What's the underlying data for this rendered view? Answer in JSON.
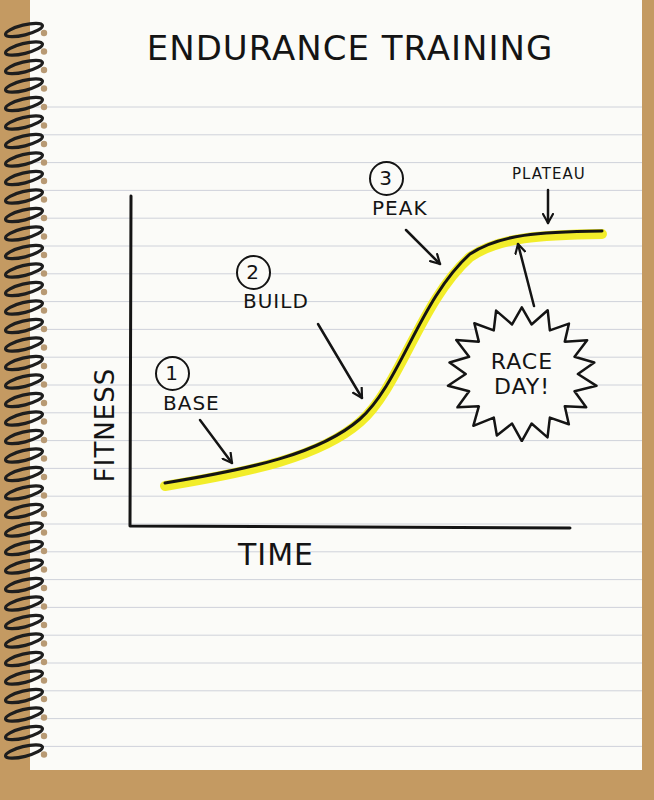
{
  "diagram": {
    "title": "ENDURANCE TRAINING",
    "nodes": [
      {
        "text": [
          "1"
        ]
      },
      {
        "text": [
          "2"
        ]
      },
      {
        "text": [
          "3"
        ]
      },
      {
        "text": [
          "RACE DAY!"
        ]
      }
    ],
    "labels": [
      "BASE",
      "BUILD",
      "PEAK",
      "PLATEAU",
      "FITNESS",
      "TIME"
    ]
  }
}
